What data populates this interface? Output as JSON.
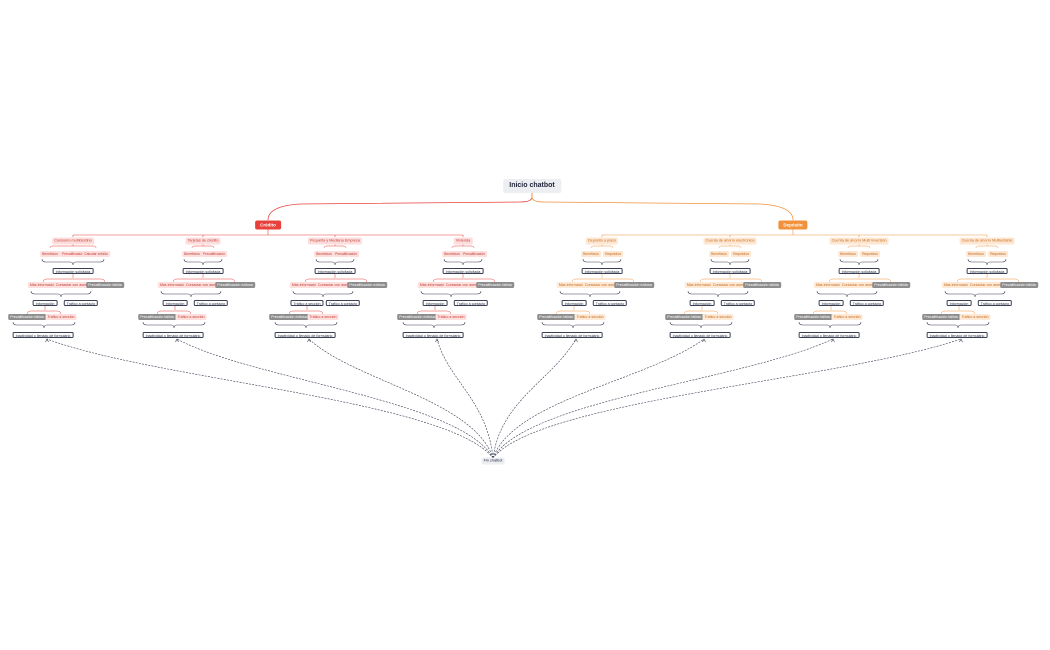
{
  "root": {
    "label": "Inicio chatbot"
  },
  "bottom": {
    "label": "Fin chatbot"
  },
  "colors": {
    "credit": "#e8413b",
    "deposit": "#f0923d",
    "dark": "#3a3f55",
    "grey": "#8d8d8d",
    "background": "#ffffff"
  },
  "branches": [
    {
      "label": "Crédito",
      "theme": "red",
      "products": [
        {
          "label": "Consumo multidestino",
          "tags": [
            "Beneficios",
            "Precalificación",
            "Calcular crédito"
          ],
          "info": "Información solicitada",
          "more": "Más información",
          "contact": "Contactar con asesor",
          "preq": "Precalificación fallida",
          "leaf_info": "Información",
          "leaf_traffic": "Tráfico a contacto",
          "sub_preq": "Precalificación fallida",
          "sub_traffic": "Tráfico a sección",
          "final": "Inactividad o llenado de formulario"
        },
        {
          "label": "Tarjetas de crédito",
          "tags": [
            "Beneficios",
            "Precalificación"
          ],
          "info": "Información solicitada",
          "more": "Más información",
          "contact": "Contactar con asesor",
          "preq": "Precalificación exitosa",
          "leaf_info": "Información",
          "leaf_traffic": "Tráfico a contacto",
          "sub_preq": "Precalificación fallida",
          "sub_traffic": "Tráfico a sección",
          "final": "Inactividad o llenado de formulario"
        },
        {
          "label": "Pequeña y Mediana Empresa",
          "tags": [
            "Beneficios",
            "Precalificación"
          ],
          "info": "Información solicitada",
          "more": "Más información",
          "contact": "Contactar con asesor",
          "preq": "Precalificación exitosa",
          "leaf_info": "Tráfico a sección",
          "leaf_traffic": "Tráfico a contacto",
          "sub_preq": "Precalificación exitosa",
          "sub_traffic": "Tráfico a sección",
          "final": "Inactividad o llenado de formulario"
        },
        {
          "label": "Vivienda",
          "tags": [
            "Beneficios",
            "Precalificación"
          ],
          "info": "Información solicitada",
          "more": "Más información",
          "contact": "Contactar con asesor",
          "preq": "Precalificación fallida",
          "leaf_info": "Información",
          "leaf_traffic": "Tráfico a contacto",
          "sub_preq": "Precalificación exitosa",
          "sub_traffic": "Tráfico a sección",
          "final": "Inactividad o llenado de formulario"
        }
      ]
    },
    {
      "label": "Depósito",
      "theme": "orange",
      "products": [
        {
          "label": "Depósito a plazo",
          "tags": [
            "Beneficios",
            "Requisitos"
          ],
          "info": "Información solicitada",
          "more": "Más información",
          "contact": "Contactar con asesor",
          "preq": "Precalificación exitosa",
          "leaf_info": "Información",
          "leaf_traffic": "Tráfico a contacto",
          "sub_preq": "Precalificación fallida",
          "sub_traffic": "Tráfico a sección",
          "final": "Inactividad o llenado de formulario"
        },
        {
          "label": "Cuenta de ahorro electrónica",
          "tags": [
            "Beneficios",
            "Requisitos"
          ],
          "info": "Información solicitada",
          "more": "Más información",
          "contact": "Contactar con asesor",
          "preq": "Precalificación fallida",
          "leaf_info": "Información",
          "leaf_traffic": "Tráfico a contacto",
          "sub_preq": "Precalificación fallida",
          "sub_traffic": "Tráfico a sección",
          "final": "Inactividad o llenado de formulario"
        },
        {
          "label": "Cuenta de ahorro Multi inversión",
          "tags": [
            "Beneficios",
            "Requisitos"
          ],
          "info": "Información solicitada",
          "more": "Más información",
          "contact": "Contactar con asesor",
          "preq": "Precalificación fallida",
          "leaf_info": "Información",
          "leaf_traffic": "Tráfico a contacto",
          "sub_preq": "Precalificación fallida",
          "sub_traffic": "Tráfico a sección",
          "final": "Inactividad o llenado de formulario"
        },
        {
          "label": "Cuenta de ahorro Multiestable",
          "tags": [
            "Beneficios",
            "Requisitos"
          ],
          "info": "Información solicitada",
          "more": "Más información",
          "contact": "Contactar con asesor",
          "preq": "Precalificación fallida",
          "leaf_info": "Información",
          "leaf_traffic": "Tráfico a contacto",
          "sub_preq": "Precalificación fallida",
          "sub_traffic": "Tráfico a sección",
          "final": "Inactividad o llenado de formulario"
        }
      ]
    }
  ]
}
